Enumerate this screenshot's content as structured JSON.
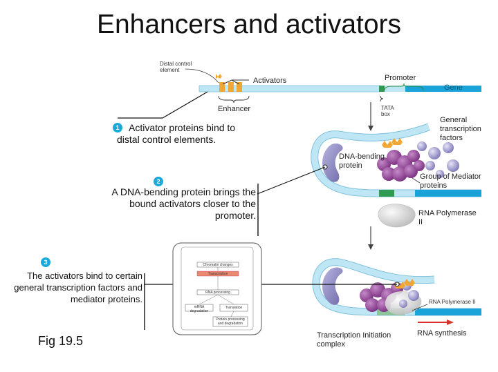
{
  "title": "Enhancers and activators",
  "top_strand": {
    "distal_control_element": "Distal control element",
    "activators": "Activators",
    "enhancer": "Enhancer",
    "promoter": "Promoter",
    "gene": "Gene",
    "tata_box": "TATA box"
  },
  "steps": [
    {
      "number": "1",
      "text": "Activator proteins bind to distal control elements."
    },
    {
      "number": "2",
      "text": "A DNA-bending protein brings the bound activators closer to the promoter."
    },
    {
      "number": "3",
      "text": "The activators bind to certain general transcription factors and mediator proteins."
    }
  ],
  "middle_complex": {
    "general_transcription_factors": "General transcription factors",
    "dna_bending_protein": "DNA-bending protein",
    "mediator_proteins": "Group of Mediator proteins",
    "rna_polymerase": "RNA Polymerase II"
  },
  "bottom_complex": {
    "rna_polymerase": "RNA Polymerase II",
    "initiation_complex": "Transcription Initiation complex",
    "rna_synthesis": "RNA synthesis"
  },
  "inset_flowchart": {
    "boxes": [
      "Chromatin changes",
      "Transcription",
      "RNA processing",
      "mRNA degradation",
      "Translation",
      "Protein processing and degradation"
    ]
  },
  "figure_label": "Fig 19.5",
  "colors": {
    "dna_light": "#bfe6f5",
    "dna_dark": "#1aa3d9",
    "promoter_green": "#2e9a52",
    "activator_orange": "#f1a733",
    "mediator_purple": "#8a3b8f",
    "gtf_lavender": "#8e89c5",
    "dna_bending": "#8a86c0",
    "polymerase_gray": "#d4d4d4",
    "step_badge": "#1aa9d9",
    "rna_red": "#d6332b"
  }
}
